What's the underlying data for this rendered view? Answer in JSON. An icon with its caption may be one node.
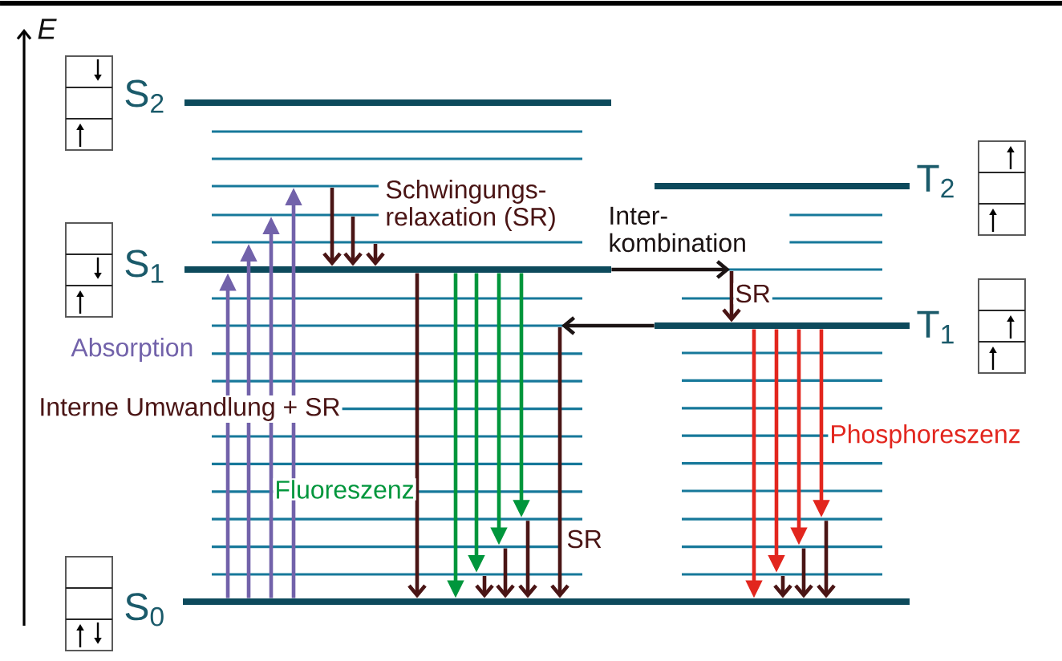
{
  "diagram": {
    "nodes": [
      {
        "text": [
          "S$_{2}$"
        ]
      },
      {
        "text": [
          "T$_{2}$"
        ]
      },
      {
        "text": [
          "S$_{1}$"
        ]
      },
      {
        "text": [
          "T$_{1}$"
        ]
      },
      {
        "text": [
          "S$_{0}$"
        ]
      },
      {
        "text": [],
        "shape": "bar"
      },
      {
        "text": [],
        "shape": "bar"
      },
      {
        "text": [],
        "shape": "bar"
      },
      {
        "text": [],
        "shape": "bar"
      },
      {
        "text": [],
        "shape": "bar"
      },
      {
        "text": [],
        "shape": "bar"
      },
      {
        "text": [],
        "shape": "bar"
      },
      {
        "text": [],
        "shape": "bar"
      },
      {
        "text": [],
        "shape": "bar"
      },
      {
        "text": [],
        "shape": "bar"
      },
      {
        "text": [],
        "shape": "bar"
      }
    ],
    "edges": [
      {
        "from": 4,
        "to": 2,
        "arrow": "to",
        "color": "#7262aa"
      },
      {
        "from": 4,
        "to": 7,
        "arrow": "to",
        "color": "#7262aa"
      },
      {
        "from": 4,
        "to": 6,
        "arrow": "to",
        "color": "#7262aa"
      },
      {
        "from": 4,
        "to": 5,
        "arrow": "to",
        "color": "#7262aa"
      },
      {
        "from": 5,
        "to": 2,
        "arrow": "to"
      },
      {
        "from": 6,
        "to": 2,
        "arrow": "to"
      },
      {
        "from": 7,
        "to": 2,
        "arrow": "to"
      },
      {
        "from": 2,
        "to": 4,
        "arrow": "to"
      },
      {
        "from": 2,
        "to": 4,
        "arrow": "to",
        "color": "#00963c"
      },
      {
        "from": 2,
        "to": 14,
        "arrow": "to",
        "color": "#00963c"
      },
      {
        "from": 2,
        "to": 12,
        "arrow": "to",
        "color": "#00963c"
      },
      {
        "from": 2,
        "to": 10,
        "arrow": "to",
        "color": "#00963c"
      },
      {
        "from": 14,
        "to": 4,
        "arrow": "to"
      },
      {
        "from": 12,
        "to": 4,
        "arrow": "to"
      },
      {
        "from": 10,
        "to": 4,
        "arrow": "to"
      },
      {
        "from": 2,
        "to": 8,
        "arrow": "to",
        "color": "#1c1414"
      },
      {
        "from": 8,
        "to": 3,
        "arrow": "to"
      },
      {
        "from": 3,
        "to": 9,
        "arrow": "to",
        "color": "#1c1414"
      },
      {
        "from": 9,
        "to": 4,
        "arrow": "to"
      },
      {
        "from": 3,
        "to": 4,
        "arrow": "to",
        "color": "#e2261e"
      },
      {
        "from": 3,
        "to": 15,
        "arrow": "to",
        "color": "#e2261e"
      },
      {
        "from": 3,
        "to": 13,
        "arrow": "to",
        "color": "#e2261e"
      },
      {
        "from": 3,
        "to": 11,
        "arrow": "to",
        "color": "#e2261e"
      },
      {
        "from": 15,
        "to": 4,
        "arrow": "to"
      },
      {
        "from": 13,
        "to": 4,
        "arrow": "to"
      },
      {
        "from": 11,
        "to": 4,
        "arrow": "to"
      }
    ],
    "labels": [
      "E",
      "Schwingungs- relaxation (SR)",
      "Inter- kombination",
      "SR",
      "Absorption",
      "Interne Umwandlung + SR",
      "Phosphoreszenz",
      "Fluoreszenz",
      "SR"
    ]
  }
}
